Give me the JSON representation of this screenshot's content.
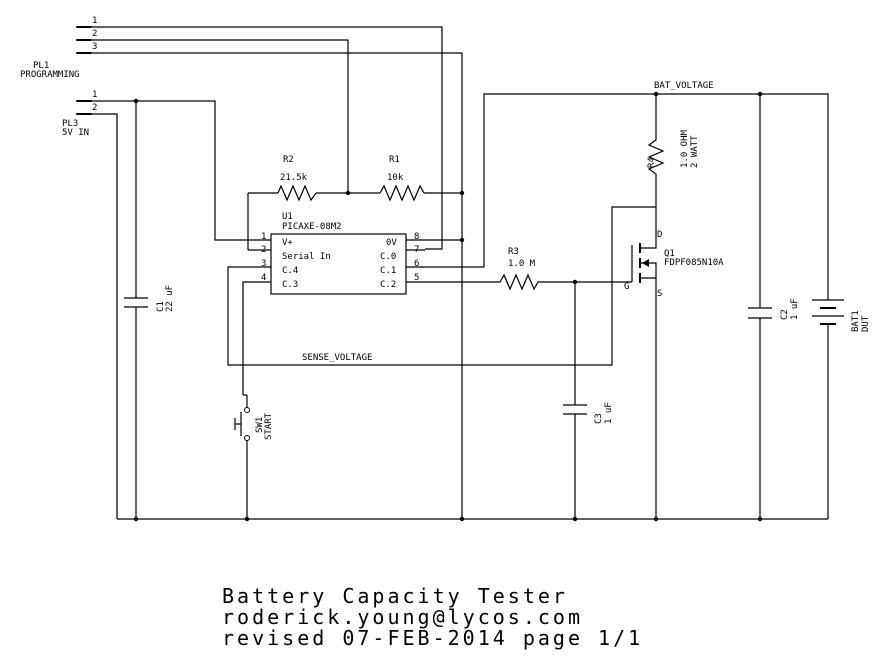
{
  "connectors": {
    "pl1": {
      "name": "PL1",
      "label": "PROGRAMMING",
      "pins": [
        "1",
        "2",
        "3"
      ]
    },
    "pl3": {
      "name": "PL3",
      "label": "5V IN",
      "pins": [
        "1",
        "2"
      ]
    }
  },
  "nets": {
    "bat_voltage": "BAT_VOLTAGE",
    "sense_voltage": "SENSE_VOLTAGE"
  },
  "u1": {
    "ref": "U1",
    "part": "PICAXE-08M2",
    "left_pins": [
      {
        "num": "1",
        "name": "V+"
      },
      {
        "num": "2",
        "name": "Serial In"
      },
      {
        "num": "3",
        "name": "C.4"
      },
      {
        "num": "4",
        "name": "C.3"
      }
    ],
    "right_pins": [
      {
        "num": "8",
        "name": "0V"
      },
      {
        "num": "7",
        "name": "C.0"
      },
      {
        "num": "6",
        "name": "C.1"
      },
      {
        "num": "5",
        "name": "C.2"
      }
    ]
  },
  "r1": {
    "ref": "R1",
    "value": "10k"
  },
  "r2": {
    "ref": "R2",
    "value": "21.5k"
  },
  "r3": {
    "ref": "R3",
    "value": "1.0 M"
  },
  "r4": {
    "ref": "R4",
    "value": "1.0 OHM",
    "rating": "2 WATT"
  },
  "q1": {
    "ref": "Q1",
    "part": "FDPF085N10A",
    "d": "D",
    "g": "G",
    "s": "S"
  },
  "c1": {
    "ref": "C1",
    "value": "22 uF"
  },
  "c2": {
    "ref": "C2",
    "value": "1 uF"
  },
  "c3": {
    "ref": "C3",
    "value": "1 uF"
  },
  "bat1": {
    "ref": "BAT1",
    "value": "DUT"
  },
  "sw1": {
    "ref": "SW1",
    "value": "START"
  },
  "footer": {
    "line1": "Battery Capacity Tester",
    "line2": "roderick.young@lycos.com",
    "line3": "revised 07-FEB-2014 page 1/1"
  }
}
